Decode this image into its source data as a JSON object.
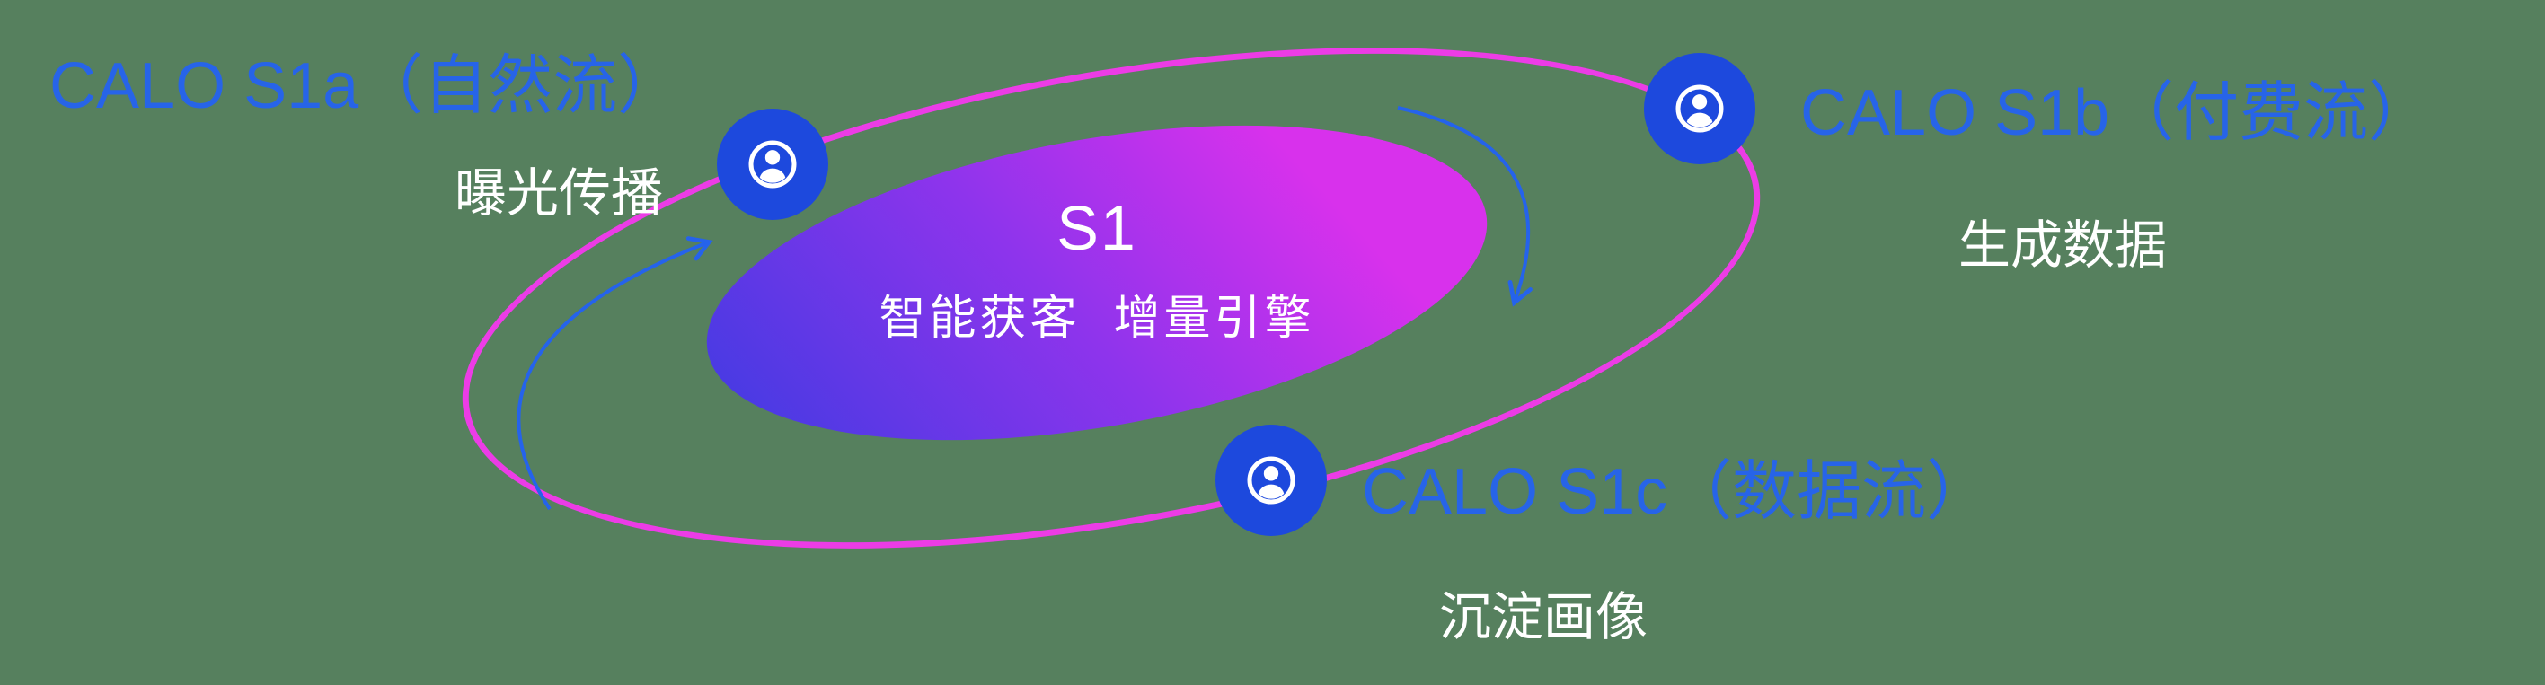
{
  "diagram": {
    "center": {
      "title": "S1",
      "subtitle": "智能获客  增量引擎"
    },
    "nodes": [
      {
        "id": "s1a",
        "label": "CALO S1a（自然流）",
        "sublabel": "曝光传播",
        "icon": "person-icon"
      },
      {
        "id": "s1b",
        "label": "CALO S1b（付费流）",
        "sublabel": "生成数据",
        "icon": "person-icon"
      },
      {
        "id": "s1c",
        "label": "CALO S1c（数据流）",
        "sublabel": "沉淀画像",
        "icon": "person-icon"
      }
    ]
  },
  "colors": {
    "background_green": "#56805e",
    "label_blue": "#2764e8",
    "ring_magenta": "#ec3ce6",
    "core_gradient_blue": "#4a3ae3",
    "core_gradient_magenta": "#d831ec",
    "node_circle_blue": "#1d49dd",
    "arrow_blue": "#2563eb",
    "text_white": "#ffffff"
  }
}
